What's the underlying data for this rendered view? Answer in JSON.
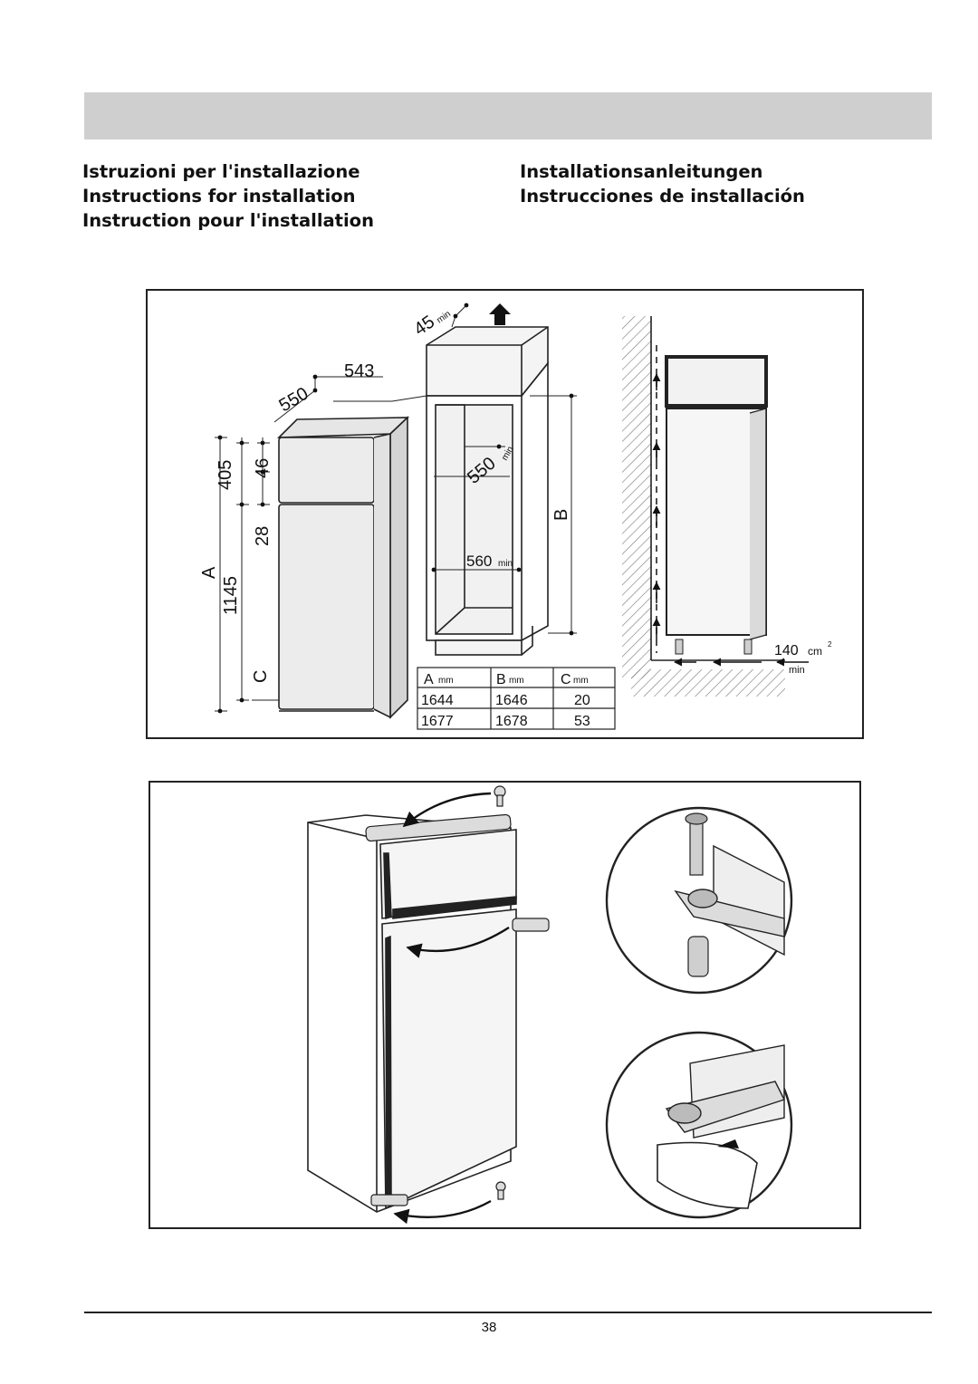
{
  "header": {
    "titles_left": [
      "Istruzioni per l'installazione",
      "Instructions for installation",
      "Instruction pour l'installation"
    ],
    "titles_right": [
      "Installationsanleitungen",
      "Instrucciones de installación"
    ]
  },
  "dimension_diagram": {
    "labels": {
      "depth_outer": "550",
      "depth_inner": "543",
      "top_gap": "45",
      "top_gap_unit": "min",
      "niche_depth": "550",
      "niche_depth_unit": "min",
      "niche_width": "560",
      "niche_width_unit": "min",
      "height_total": "A",
      "height_niche": "B",
      "gap_c": "C",
      "dim_405": "405",
      "dim_46": "46",
      "dim_28": "28",
      "dim_1145": "1145",
      "vent_area": "140",
      "vent_unit": "cm",
      "vent_exp": "2",
      "vent_min": "min"
    },
    "table": {
      "headers": [
        {
          "letter": "A",
          "unit": "mm"
        },
        {
          "letter": "B",
          "unit": "mm"
        },
        {
          "letter": "C",
          "unit": "mm"
        }
      ],
      "rows": [
        [
          "1644",
          "1646",
          "20"
        ],
        [
          "1677",
          "1678",
          "53"
        ]
      ]
    }
  },
  "page": {
    "number": "38"
  }
}
